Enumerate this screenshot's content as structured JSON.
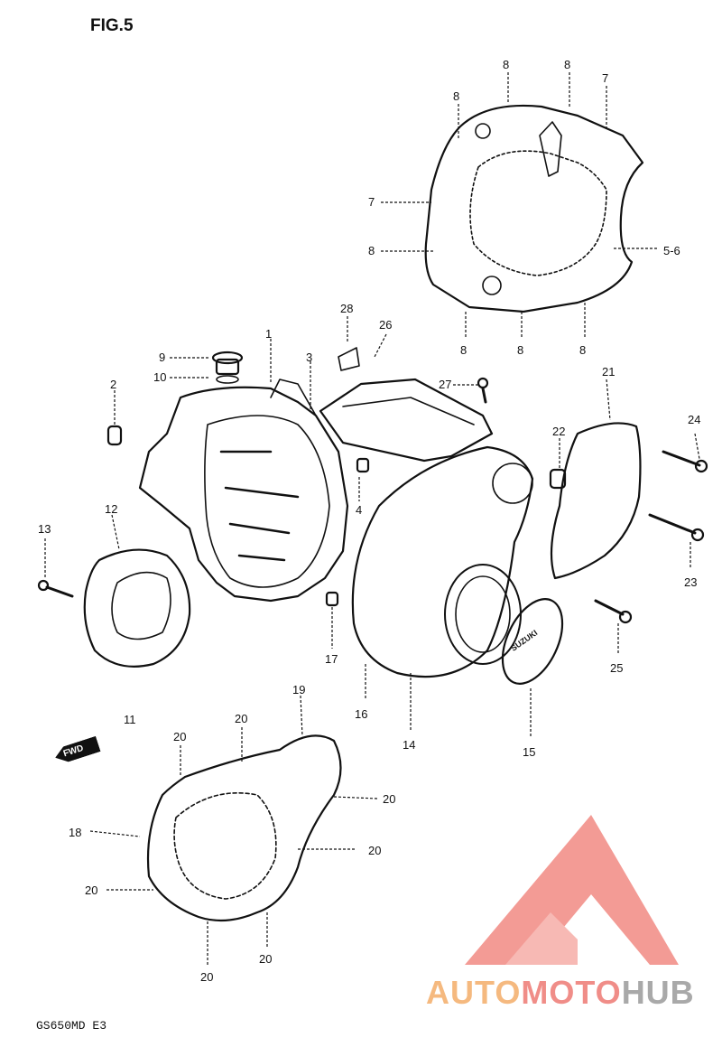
{
  "figure": {
    "title": "FIG.5",
    "model": "GS650MD  E3"
  },
  "parts": {
    "p1": "1",
    "p2": "2",
    "p3": "3",
    "p4": "4",
    "p5_6": "5-6",
    "p7a": "7",
    "p7b": "7",
    "p8a": "8",
    "p8b": "8",
    "p8c": "8",
    "p8d": "8",
    "p8e": "8",
    "p8f": "8",
    "p8g": "8",
    "p9": "9",
    "p10": "10",
    "p11": "11",
    "p12": "12",
    "p13": "13",
    "p14": "14",
    "p15": "15",
    "p16": "16",
    "p17": "17",
    "p18": "18",
    "p19": "19",
    "p20a": "20",
    "p20b": "20",
    "p20c": "20",
    "p20d": "20",
    "p20e": "20",
    "p20f": "20",
    "p20g": "20",
    "p21": "21",
    "p22": "22",
    "p23": "23",
    "p24": "24",
    "p25": "25",
    "p26": "26",
    "p27": "27",
    "p28": "28"
  },
  "direction_arrow": "FWD",
  "cap_emblem": "SUZUKI",
  "watermark": {
    "part1": "AUTO",
    "part2": "MOTO",
    "part3": "HUB"
  },
  "colors": {
    "ink": "#111111",
    "watermark_red": "#f07a72",
    "watermark_orange": "#f5b97f",
    "watermark_gray": "#a9a9a9"
  }
}
